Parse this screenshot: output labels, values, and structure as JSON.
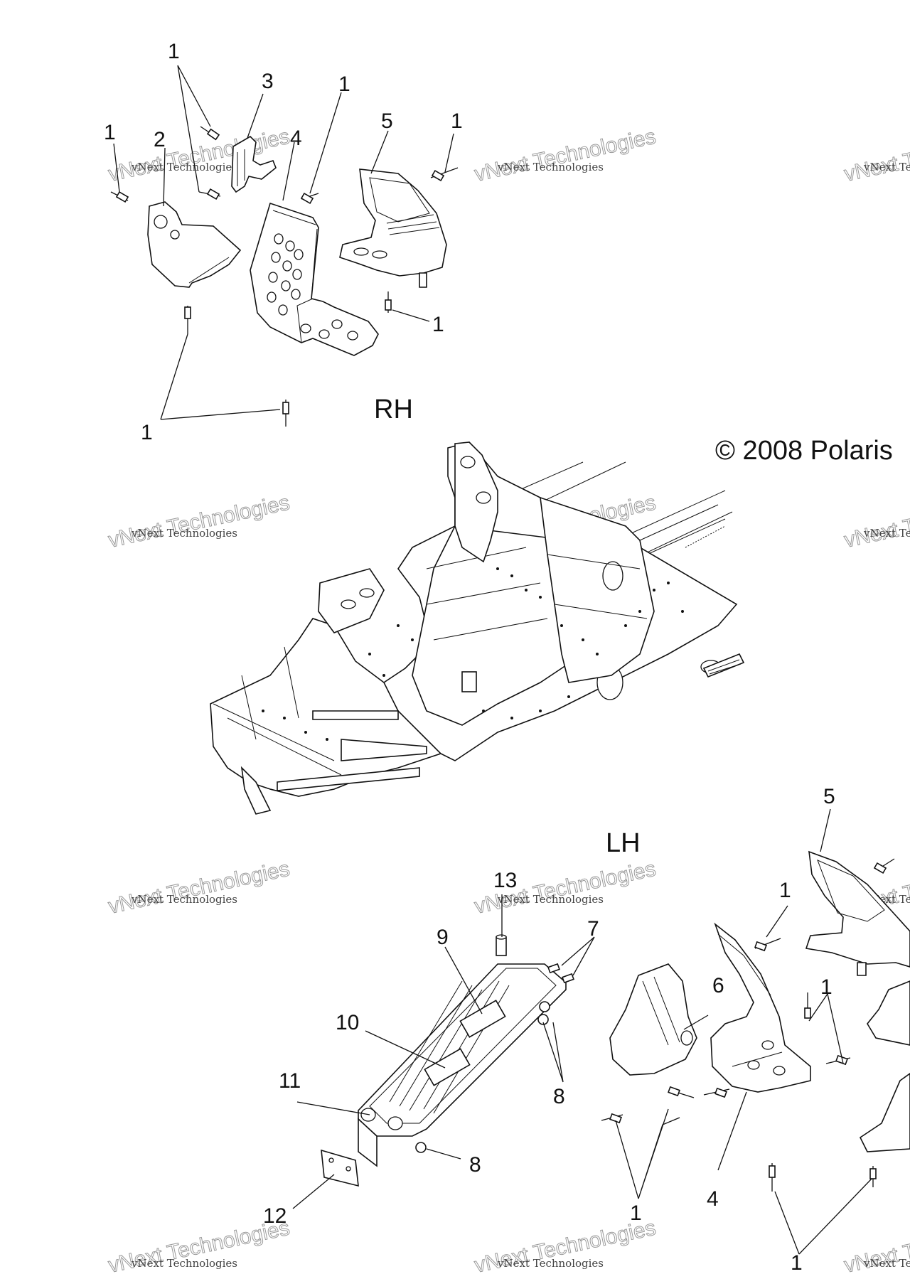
{
  "views": {
    "rh": "RH",
    "lh": "LH"
  },
  "copyright": "© 2008 Polaris",
  "watermark": {
    "line1": "vNext Technologies",
    "line2": "vNext Technologies"
  },
  "callouts": {
    "rh_1a": "1",
    "rh_1b": "1",
    "rh_1c": "1",
    "rh_1d": "1",
    "rh_1e": "1",
    "rh_1f": "1",
    "rh_2": "2",
    "rh_3": "3",
    "rh_4": "4",
    "rh_5": "5",
    "lh_1a": "1",
    "lh_1b": "1",
    "lh_1c": "1",
    "lh_1d": "1",
    "lh_4": "4",
    "lh_5": "5",
    "lh_6": "6",
    "lh_7": "7",
    "lh_8a": "8",
    "lh_8b": "8",
    "lh_9": "9",
    "lh_10": "10",
    "lh_11": "11",
    "lh_12": "12",
    "lh_13": "13"
  }
}
